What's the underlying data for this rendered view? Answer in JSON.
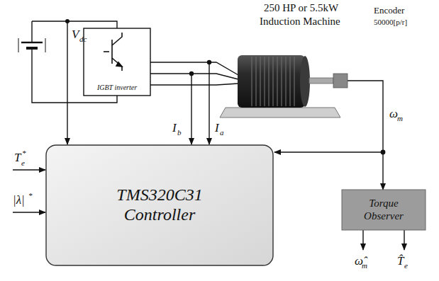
{
  "diagram": {
    "nodes": [
      {
        "text": [
          "IGBT inverter"
        ]
      },
      {
        "text": [
          "TMS320C31 Controller"
        ]
      },
      {
        "text": [
          "Torque Observer"
        ]
      }
    ],
    "labels": [
      "250 HP or 5.5kW",
      "Induction Machine",
      "Encoder",
      "50000[p/r]",
      "V",
      "dc",
      "I",
      "b",
      "I",
      "a",
      "ω",
      "m",
      "T",
      "e",
      "*",
      "|λ|",
      "*",
      "ω̂",
      "m",
      "T̂",
      "e"
    ]
  }
}
